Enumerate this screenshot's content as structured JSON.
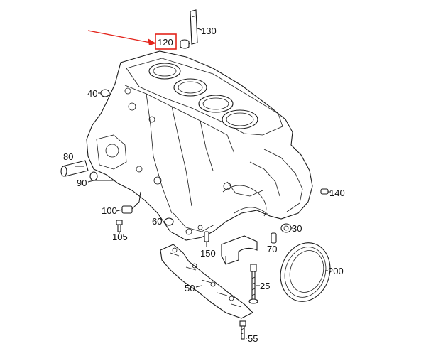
{
  "colors": {
    "highlight": "#e3241b",
    "line": "#1a1a1a"
  },
  "callouts": [
    {
      "id": "120",
      "label": "120"
    },
    {
      "id": "130",
      "label": "130"
    },
    {
      "id": "40",
      "label": "40"
    },
    {
      "id": "80",
      "label": "80"
    },
    {
      "id": "90",
      "label": "90"
    },
    {
      "id": "100",
      "label": "100"
    },
    {
      "id": "105",
      "label": "105"
    },
    {
      "id": "60",
      "label": "60"
    },
    {
      "id": "150",
      "label": "150"
    },
    {
      "id": "70",
      "label": "70"
    },
    {
      "id": "30",
      "label": "30"
    },
    {
      "id": "140",
      "label": "140"
    },
    {
      "id": "200",
      "label": "200"
    },
    {
      "id": "25",
      "label": "25"
    },
    {
      "id": "50",
      "label": "50"
    },
    {
      "id": "55",
      "label": "55"
    }
  ]
}
